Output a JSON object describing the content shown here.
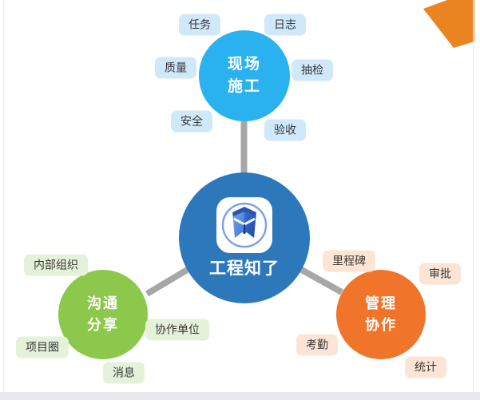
{
  "center": {
    "label": "工程知了",
    "color": "#2d78bb",
    "icon": "zhiliao-app-icon"
  },
  "nodes": [
    {
      "id": "site-construction",
      "label": "现场\n施工",
      "color": "#29b1f0",
      "tag_color": "#cfe9fa",
      "tags": [
        "任务",
        "日志",
        "质量",
        "抽检",
        "安全",
        "验收"
      ]
    },
    {
      "id": "communication-sharing",
      "label": "沟通\n分享",
      "color": "#8cc84b",
      "tag_color": "#e4f2d9",
      "tags": [
        "内部组织",
        "项目圈",
        "协作单位",
        "消息"
      ]
    },
    {
      "id": "management-collaboration",
      "label": "管理\n协作",
      "color": "#f0752b",
      "tag_color": "#fce5d4",
      "tags": [
        "里程碑",
        "审批",
        "考勤",
        "统计"
      ]
    }
  ],
  "decor": {
    "connector_color": "#a7a7a7",
    "corner_flag_color": "#ea8420",
    "page_strip_color": "#e9e9ed"
  }
}
